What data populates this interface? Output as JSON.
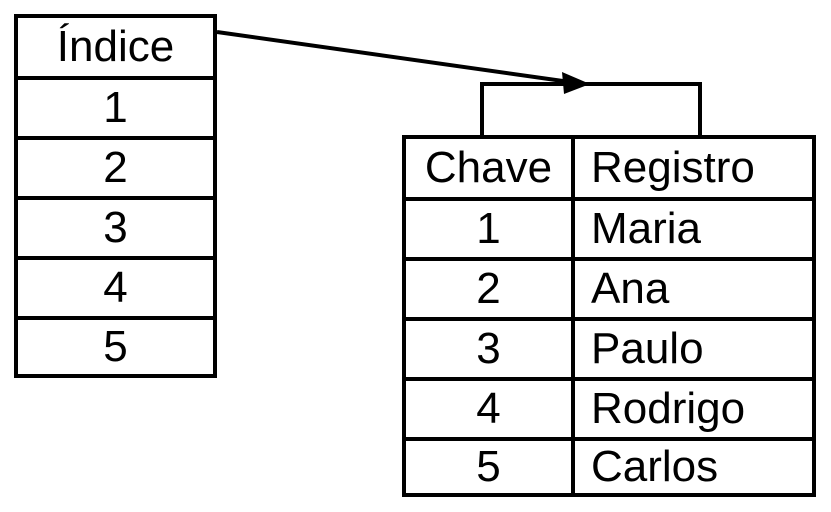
{
  "index_table": {
    "header": "Índice",
    "rows": [
      "1",
      "2",
      "3",
      "4",
      "5"
    ]
  },
  "records_table": {
    "headers": {
      "key": "Chave",
      "record": "Registro"
    },
    "rows": [
      {
        "key": "1",
        "record": "Maria"
      },
      {
        "key": "2",
        "record": "Ana"
      },
      {
        "key": "3",
        "record": "Paulo"
      },
      {
        "key": "4",
        "record": "Rodrigo"
      },
      {
        "key": "5",
        "record": "Carlos"
      }
    ]
  }
}
